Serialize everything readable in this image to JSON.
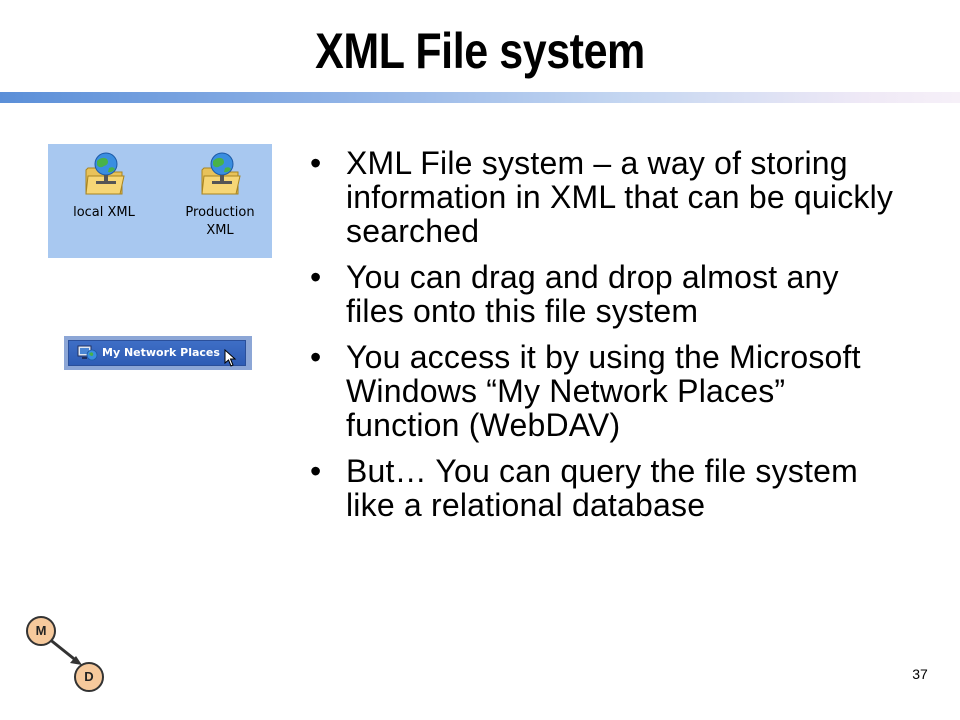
{
  "slide": {
    "title": "XML File system",
    "bullets": [
      "XML File system – a way of storing information in XML that can be quickly searched",
      "You can drag and drop almost any files onto this file system",
      "You access it by using the Microsoft Windows “My Network Places” function (WebDAV)",
      "But… You can query the file system like a relational database"
    ],
    "bullet_glyph": "•",
    "page_number": "37"
  },
  "explorer_icons": {
    "items": [
      {
        "label_line1": "local XML",
        "label_line2": "",
        "icon": "network-folder-icon"
      },
      {
        "label_line1": "Production",
        "label_line2": "XML",
        "icon": "network-folder-icon"
      }
    ]
  },
  "network_places": {
    "label": "My Network Places",
    "icon": "network-places-icon"
  },
  "logo": {
    "top_node": "M",
    "bottom_node": "D"
  },
  "colors": {
    "icons_panel_bg": "#a8c8f0",
    "network_bar_bg": "#2d5bb4",
    "node_fill": "#f6c99c",
    "title_bar_start": "#5b8fd8"
  }
}
